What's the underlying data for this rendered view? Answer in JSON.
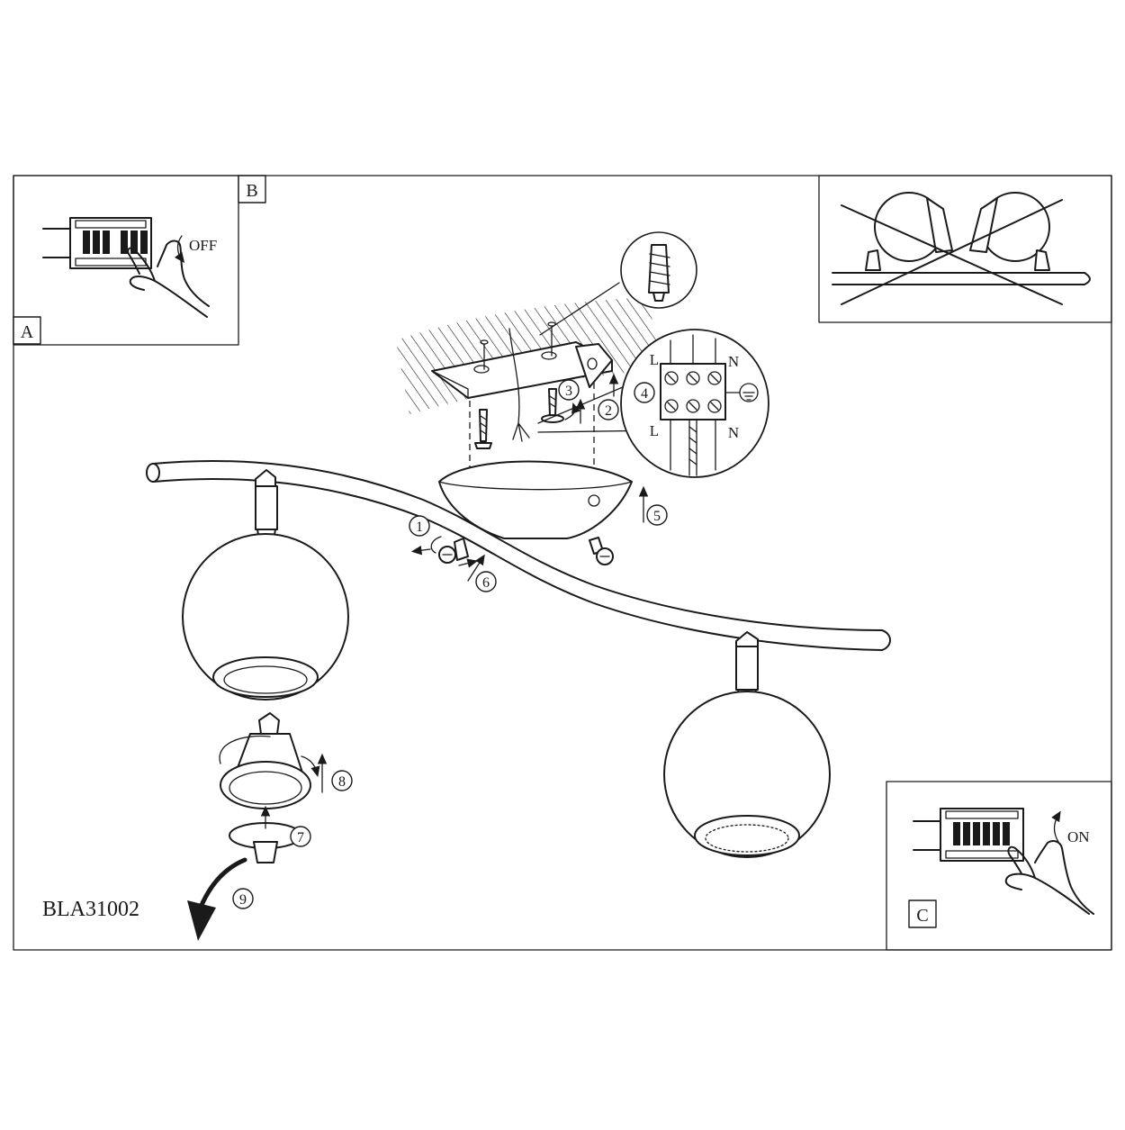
{
  "model_code": "BLA31002",
  "panels": {
    "a_label": "A",
    "b_label": "B",
    "c_label": "C"
  },
  "switch_states": {
    "off": "OFF",
    "on": "ON"
  },
  "terminal_labels": {
    "live_top": "L",
    "neutral_top": "N",
    "live_bottom": "L",
    "neutral_bottom": "N"
  },
  "steps": [
    "1",
    "2",
    "3",
    "4",
    "5",
    "6",
    "7",
    "8",
    "9"
  ],
  "colors": {
    "line": "#1a1a1a",
    "background": "#ffffff"
  }
}
